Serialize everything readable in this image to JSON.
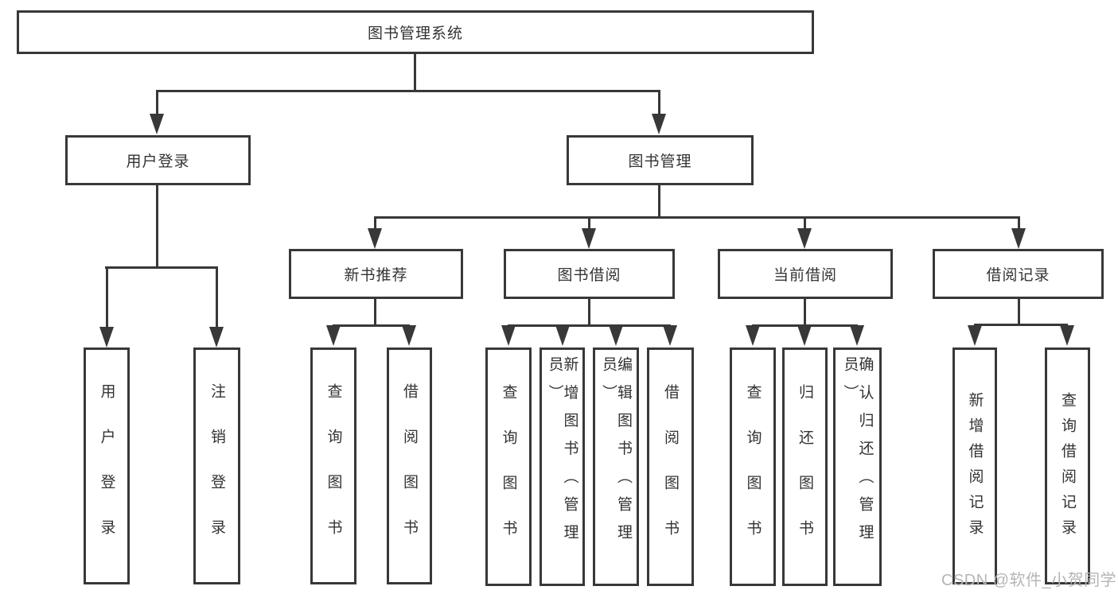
{
  "diagram": {
    "root": {
      "label": "图书管理系统"
    },
    "level1": [
      {
        "id": "user-login",
        "label": "用户登录",
        "children": [
          "用户登录",
          "注销登录"
        ]
      },
      {
        "id": "book-mgmt",
        "label": "图书管理"
      }
    ],
    "level2": [
      {
        "id": "new-book-rec",
        "label": "新书推荐",
        "children": [
          "查询图书",
          "借阅图书"
        ]
      },
      {
        "id": "book-borrow",
        "label": "图书借阅",
        "children": [
          "查询图书",
          "新增图书（管理员）",
          "编辑图书（管理员）",
          "借阅图书"
        ]
      },
      {
        "id": "current-borrow",
        "label": "当前借阅",
        "children": [
          "查询图书",
          "归还图书",
          "确认归还（管理员）"
        ]
      },
      {
        "id": "borrow-records",
        "label": "借阅记录",
        "children": [
          "新增借阅记录",
          "查询借阅记录"
        ]
      }
    ]
  },
  "watermark": {
    "text": "CSDN @软件_小贺同学"
  },
  "colors": {
    "line": "#383838",
    "text": "#333333",
    "box_background": "#ffffff",
    "watermark": "#b5b5b5"
  }
}
